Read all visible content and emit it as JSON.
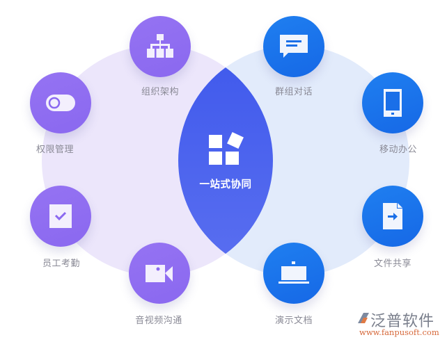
{
  "diagram": {
    "title": "一站式协同",
    "left_group": {
      "color": "#8c6cf2",
      "bg_color": "#ebe4fb",
      "items": [
        {
          "label": "组织架构",
          "icon": "org-chart-icon"
        },
        {
          "label": "权限管理",
          "icon": "toggle-icon"
        },
        {
          "label": "员工考勤",
          "icon": "checkbox-icon"
        },
        {
          "label": "音视频沟通",
          "icon": "video-camera-icon"
        }
      ]
    },
    "right_group": {
      "color": "#1a72eb",
      "bg_color": "#e1ebfb",
      "items": [
        {
          "label": "群组对话",
          "icon": "chat-bubble-icon"
        },
        {
          "label": "移动办公",
          "icon": "mobile-phone-icon"
        },
        {
          "label": "文件共享",
          "icon": "file-share-icon"
        },
        {
          "label": "演示文档",
          "icon": "laptop-presentation-icon"
        }
      ]
    },
    "center": {
      "label": "一站式协同",
      "icon": "app-blocks-icon",
      "color": "#4f63ef"
    }
  },
  "watermark": {
    "brand": "泛普软件",
    "url": "www.fanpusoft.com"
  }
}
